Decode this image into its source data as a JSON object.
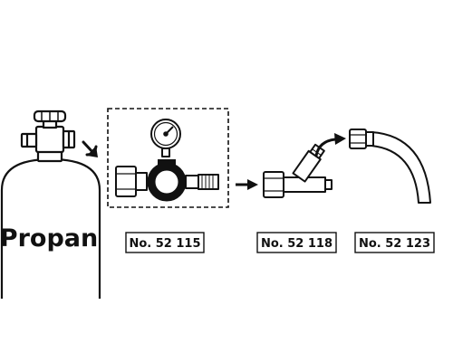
{
  "cylinder": {
    "label": "Propan"
  },
  "parts": [
    {
      "number": "No. 52 115",
      "name": "pressure-regulator"
    },
    {
      "number": "No. 52 118",
      "name": "angled-connector"
    },
    {
      "number": "No. 52 123",
      "name": "gas-hose"
    }
  ],
  "colors": {
    "line": "#111111",
    "background": "#ffffff"
  }
}
